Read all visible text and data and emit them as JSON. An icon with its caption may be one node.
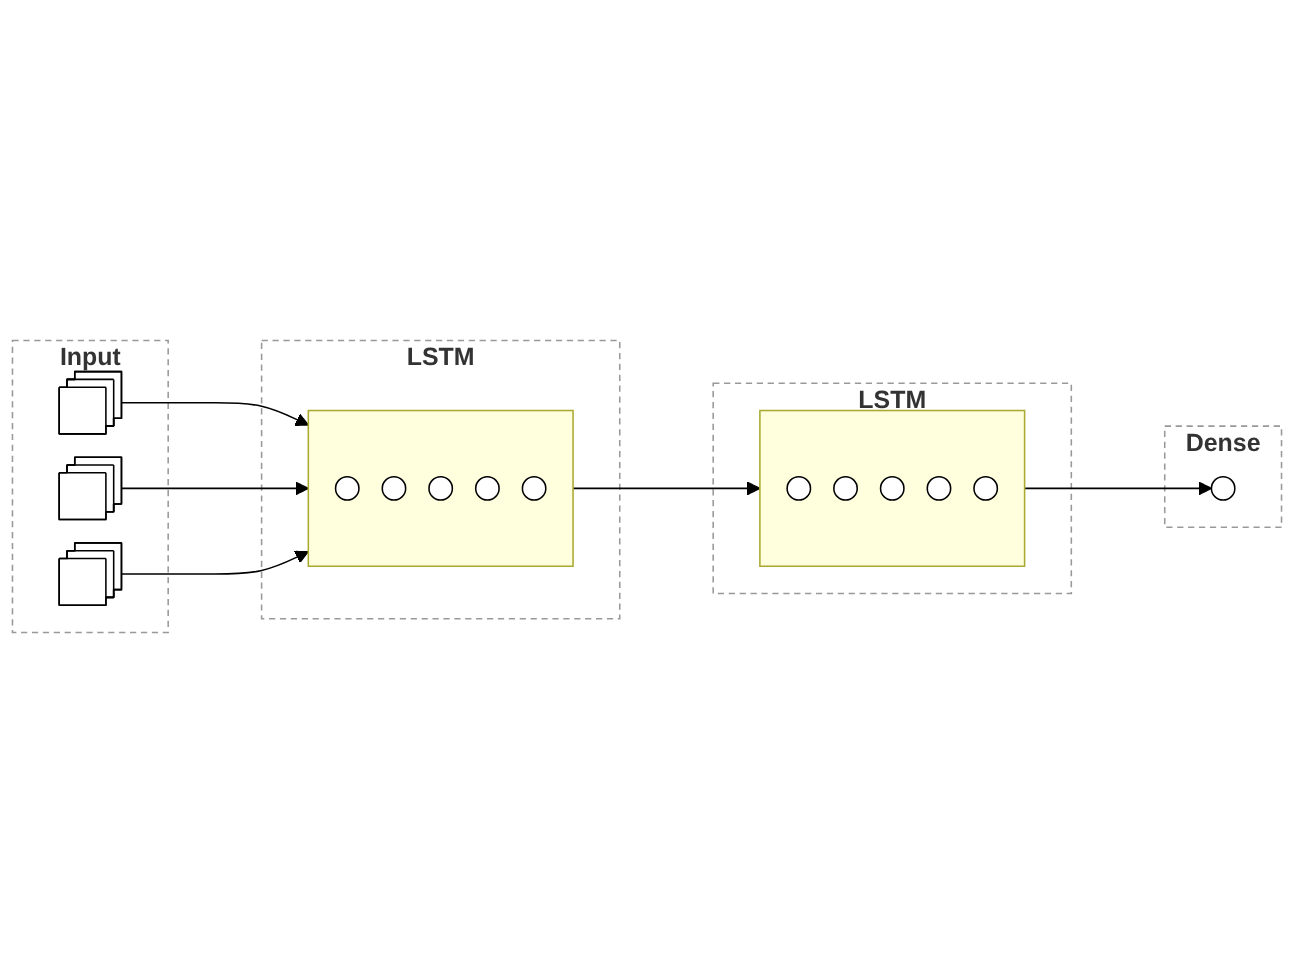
{
  "diagram": {
    "nodes": [
      {
        "text": [
          "Input"
        ]
      },
      {
        "text": [],
        "shape": "box",
        "in": 0
      },
      {
        "text": [],
        "shape": "box",
        "in": 0
      },
      {
        "text": [],
        "shape": "box",
        "in": 0
      },
      {
        "text": [
          "LSTM"
        ]
      },
      {
        "text": [],
        "shape": "box",
        "in": 4
      },
      {
        "text": [],
        "shape": "circle",
        "in": 5
      },
      {
        "text": [],
        "shape": "circle",
        "in": 5
      },
      {
        "text": [],
        "shape": "circle",
        "in": 5
      },
      {
        "text": [],
        "shape": "circle",
        "in": 5
      },
      {
        "text": [],
        "shape": "circle",
        "in": 5
      },
      {
        "text": [
          "LSTM"
        ]
      },
      {
        "text": [],
        "shape": "box",
        "in": 11
      },
      {
        "text": [],
        "shape": "circle",
        "in": 12
      },
      {
        "text": [],
        "shape": "circle",
        "in": 12
      },
      {
        "text": [],
        "shape": "circle",
        "in": 12
      },
      {
        "text": [],
        "shape": "circle",
        "in": 12
      },
      {
        "text": [],
        "shape": "circle",
        "in": 12
      },
      {
        "text": [
          "Dense"
        ]
      },
      {
        "text": [],
        "shape": "circle",
        "in": 18
      }
    ],
    "edges": [
      {
        "from": 1,
        "to": 5,
        "arrow": "to"
      },
      {
        "from": 2,
        "to": 5,
        "arrow": "to"
      },
      {
        "from": 3,
        "to": 5,
        "arrow": "to"
      },
      {
        "from": 5,
        "to": 12,
        "arrow": "to"
      },
      {
        "from": 12,
        "to": 19,
        "arrow": "to"
      }
    ]
  }
}
